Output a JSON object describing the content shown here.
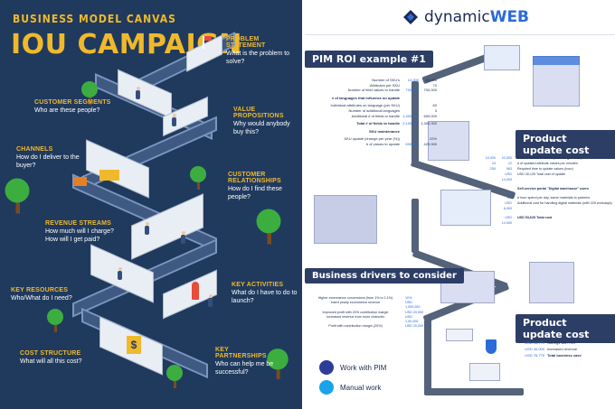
{
  "left": {
    "title_small": "BUSINESS MODEL CANVAS",
    "title_big": "IOU CAMPAIGN",
    "sections": [
      {
        "heading": "PROBLEM STATEMENT",
        "desc": "What is the problem to solve?"
      },
      {
        "heading": "CUSTOMER SEGMENTS",
        "desc": "Who are these people?"
      },
      {
        "heading": "VALUE PROPOSITIONS",
        "desc": "Why would anybody buy this?"
      },
      {
        "heading": "CHANNELS",
        "desc": "How do I deliver to the buyer?"
      },
      {
        "heading": "CUSTOMER RELATIONSHIPS",
        "desc": "How do I find these people?"
      },
      {
        "heading": "REVENUE STREAMS",
        "desc": "How much will I charge? How will I get paid?"
      },
      {
        "heading": "KEY RESOURCES",
        "desc": "Who/What do I need?"
      },
      {
        "heading": "KEY ACTIVITIES",
        "desc": "What do I have to do to launch?"
      },
      {
        "heading": "COST STRUCTURE",
        "desc": "What will all this cost?"
      },
      {
        "heading": "KEY PARTNERSHIPS",
        "desc": "Who can help me be successful?"
      }
    ]
  },
  "right": {
    "logo_text_plain": "dynamic",
    "logo_text_bold": "WEB",
    "pim_title": "PIM ROI example #1",
    "product_cost_title_1": "Product update cost",
    "drivers_title": "Business drivers to consider",
    "product_cost_title_2": "Product update cost",
    "metrics": [
      {
        "label": "Number of SKU's",
        "v1": "10,000",
        "v2": "10,000"
      },
      {
        "label": "Attributes per SKU",
        "v1": "70",
        "v2": "70"
      },
      {
        "label": "Number of field values to handle",
        "v1": "700,000",
        "v2": "700,000"
      },
      {
        "label": "# of languages that influence an update",
        "v1": "",
        "v2": "",
        "head": true
      },
      {
        "label": "Individual attributes on language (per SKU)",
        "v1": "10",
        "v2": "60"
      },
      {
        "label": "Number of additional languages",
        "v1": "",
        "v2": "3"
      },
      {
        "label": "Additional # of fields to handle",
        "v1": "1,400,000",
        "v2": "600,000"
      },
      {
        "label": "Total # of fields to handle",
        "v1": "2,100,000",
        "v2": "1,300,000",
        "head": true
      },
      {
        "label": "SKU maintenance",
        "v1": "",
        "v2": "",
        "head": true
      },
      {
        "label": "SKU update (change per year (%))",
        "v1": "22%",
        "v2": "22%"
      },
      {
        "label": "# of values to update",
        "v1": "630,000",
        "v2": "429,000"
      }
    ],
    "right_metrics": [
      {
        "n1": "10,000",
        "n2": "22,000",
        "text": "Cost of editors to enrich products (per hour)"
      },
      {
        "n1": "24",
        "n2": "12",
        "text": "# of updated attribute values per minutes"
      },
      {
        "n1": "250",
        "n2": "983",
        "text": "Required time to update values (hour)"
      },
      {
        "n1": "",
        "n2": "USD 14,000",
        "text": "USD 40,125 Total cost of update"
      },
      {
        "n1": "",
        "n2": "",
        "text": "Self-service portal \"Digital warehouse\" users"
      },
      {
        "n1": "",
        "n2": "0.5",
        "text": "# hour spend per day, same materials to partners"
      },
      {
        "n1": "",
        "n2": "USD 8,000",
        "text": "Additional cost for handling digital materials (with 220 workdays)"
      },
      {
        "n1": "",
        "n2": "",
        "text": ""
      },
      {
        "n1": "",
        "n2": "USD 14,000",
        "text": "USD 53,625 Total cost"
      }
    ],
    "drivers": [
      {
        "label": "Higher ecommerce conversions (from 1% to 1.1%)",
        "value": "10%"
      },
      {
        "label": "Insert yearly ecommerce revenue",
        "value": "USD 1,000,000"
      },
      {
        "label": "Improved profit with 20% contribution margin",
        "value": "USD 20,000"
      },
      {
        "label": "Increased revenue from more channels",
        "value": "USD 1,00,000"
      },
      {
        "label": "Profit with contribution margin (20%)",
        "value": "USD 20,000"
      }
    ],
    "bottom": [
      {
        "value": "USD 36,779",
        "text": "Savings with PIM"
      },
      {
        "value": "USD 40,000",
        "text": "Increased revenue"
      },
      {
        "value": "USD 76,779",
        "text": "Total business case"
      }
    ],
    "legend": [
      {
        "label": "Work with PIM",
        "color": "#2d3e9a"
      },
      {
        "label": "Manual work",
        "color": "#1aa3e8"
      }
    ]
  },
  "colors": {
    "left_bg": "#203a5e",
    "accent_yellow": "#f0b92c",
    "navy": "#2d3e66",
    "blue": "#2a6bd8"
  }
}
